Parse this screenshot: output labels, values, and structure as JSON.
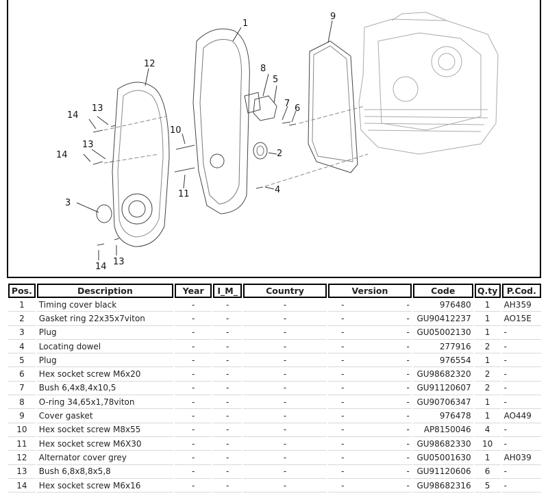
{
  "diagram": {
    "callouts": [
      "1",
      "2",
      "3",
      "4",
      "5",
      "6",
      "7",
      "8",
      "9",
      "10",
      "11",
      "12",
      "13",
      "13",
      "13",
      "14",
      "14",
      "14"
    ]
  },
  "table": {
    "headers": {
      "pos": "Pos.",
      "description": "Description",
      "year": "Year",
      "im": "I_M_",
      "country": "Country",
      "version": "Version",
      "code": "Code",
      "qty": "Q.ty",
      "pcod": "P.Cod."
    },
    "rows": [
      {
        "pos": "1",
        "desc": "Timing cover black",
        "year": "-",
        "im": "-",
        "country": "-",
        "ver_a": "-",
        "ver_b": "-",
        "code": "976480",
        "qty": "1",
        "pcod": "AH359"
      },
      {
        "pos": "2",
        "desc": "Gasket ring 22x35x7viton",
        "year": "-",
        "im": "-",
        "country": "-",
        "ver_a": "-",
        "ver_b": "-",
        "code": "GU90412237",
        "qty": "1",
        "pcod": "AO15E"
      },
      {
        "pos": "3",
        "desc": "Plug",
        "year": "-",
        "im": "-",
        "country": "-",
        "ver_a": "-",
        "ver_b": "-",
        "code": "GU05002130",
        "qty": "1",
        "pcod": "-"
      },
      {
        "pos": "4",
        "desc": "Locating dowel",
        "year": "-",
        "im": "-",
        "country": "-",
        "ver_a": "-",
        "ver_b": "-",
        "code": "277916",
        "qty": "2",
        "pcod": "-"
      },
      {
        "pos": "5",
        "desc": "Plug",
        "year": "-",
        "im": "-",
        "country": "-",
        "ver_a": "-",
        "ver_b": "-",
        "code": "976554",
        "qty": "1",
        "pcod": "-"
      },
      {
        "pos": "6",
        "desc": "Hex socket screw M6x20",
        "year": "-",
        "im": "-",
        "country": "-",
        "ver_a": "-",
        "ver_b": "-",
        "code": "GU98682320",
        "qty": "2",
        "pcod": "-"
      },
      {
        "pos": "7",
        "desc": "Bush 6,4x8,4x10,5",
        "year": "-",
        "im": "-",
        "country": "-",
        "ver_a": "-",
        "ver_b": "-",
        "code": "GU91120607",
        "qty": "2",
        "pcod": "-"
      },
      {
        "pos": "8",
        "desc": "O-ring 34,65x1,78viton",
        "year": "-",
        "im": "-",
        "country": "-",
        "ver_a": "-",
        "ver_b": "-",
        "code": "GU90706347",
        "qty": "1",
        "pcod": "-"
      },
      {
        "pos": "9",
        "desc": "Cover gasket",
        "year": "-",
        "im": "-",
        "country": "-",
        "ver_a": "-",
        "ver_b": "-",
        "code": "976478",
        "qty": "1",
        "pcod": "AO449"
      },
      {
        "pos": "10",
        "desc": "Hex socket screw M8x55",
        "year": "-",
        "im": "-",
        "country": "-",
        "ver_a": "-",
        "ver_b": "-",
        "code": "AP8150046",
        "qty": "4",
        "pcod": "-"
      },
      {
        "pos": "11",
        "desc": "Hex socket screw M6X30",
        "year": "-",
        "im": "-",
        "country": "-",
        "ver_a": "-",
        "ver_b": "-",
        "code": "GU98682330",
        "qty": "10",
        "pcod": "-"
      },
      {
        "pos": "12",
        "desc": "Alternator cover grey",
        "year": "-",
        "im": "-",
        "country": "-",
        "ver_a": "-",
        "ver_b": "-",
        "code": "GU05001630",
        "qty": "1",
        "pcod": "AH039"
      },
      {
        "pos": "13",
        "desc": "Bush 6,8x8,8x5,8",
        "year": "-",
        "im": "-",
        "country": "-",
        "ver_a": "-",
        "ver_b": "-",
        "code": "GU91120606",
        "qty": "6",
        "pcod": "-"
      },
      {
        "pos": "14",
        "desc": "Hex socket screw M6x16",
        "year": "-",
        "im": "-",
        "country": "-",
        "ver_a": "-",
        "ver_b": "-",
        "code": "GU98682316",
        "qty": "5",
        "pcod": "-"
      }
    ]
  }
}
